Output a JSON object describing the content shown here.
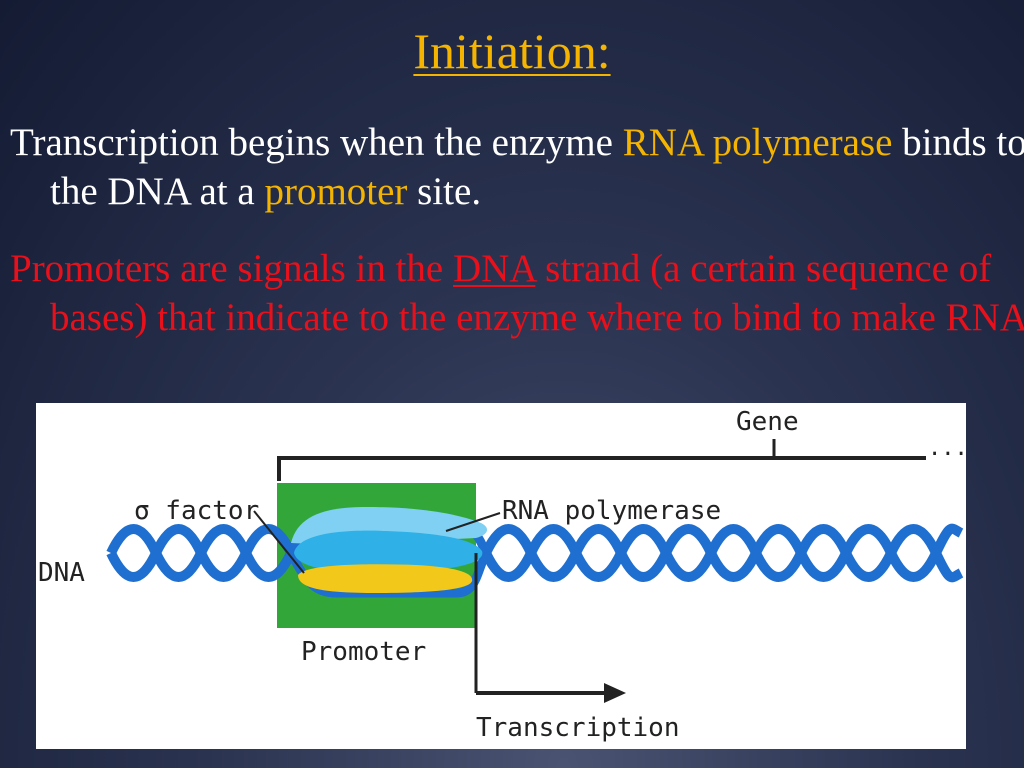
{
  "slide": {
    "title": "Initiation:",
    "para1": {
      "t1": "Transcription begins when the enzyme ",
      "h1": "RNA polymerase",
      "t2": " binds to the DNA at a ",
      "h2": "promoter",
      "t3": " site."
    },
    "para2": {
      "t1": "Promoters are signals in the ",
      "u1": "DNA",
      "t2": " strand (a certain sequence of bases) that indicate to the enzyme where to bind to make RNA."
    }
  },
  "diagram": {
    "labels": {
      "gene": "Gene",
      "sigma": "σ factor",
      "rna_polymerase": "RNA polymerase",
      "dna": "DNA",
      "promoter": "Promoter",
      "transcription": "Transcription"
    },
    "colors": {
      "dna_strand": "#1f6fd0",
      "promoter_box": "#33a63a",
      "polymerase_light": "#7fd0f2",
      "polymerase_cyan": "#2fb0e6",
      "sigma_yellow": "#f2c81a",
      "line": "#222222"
    }
  }
}
